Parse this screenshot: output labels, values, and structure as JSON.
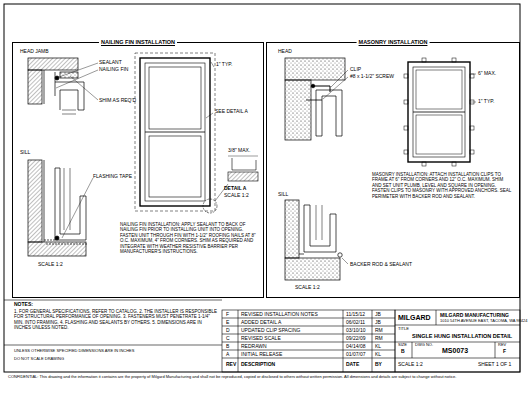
{
  "diagram": {
    "nodes": [
      {
        "text": [
          "NAILING FIN INSTALLATION"
        ]
      },
      {
        "text": [
          "MASONRY INSTALLATION"
        ]
      }
    ],
    "edges": [],
    "labels": [
      "HEAD JAMB",
      "SEALANT",
      "NAILING FIN",
      "SHIM AS REQ'D",
      "SILL",
      "FLASHING TAPE",
      "SCALE 1:2",
      "1\" TYP.",
      "SEE DETAIL A",
      "DETAIL A",
      "SCALE 1:2",
      "3/8\" MAX.",
      "NAILING FIN INSTALLATION: APPLY SEALANT TO BACK OF NAILING FIN PRIOR TO INSTALLING UNIT INTO OPENING. FASTEN UNIT THROUGH FIN WITH 1-1/2\" ROOFING NAILS AT 8\" O.C. MAXIMUM, 4\" FROM CORNERS. SHIM AS REQUIRED AND INTEGRATE WITH WEATHER RESISTIVE BARRIER PER MANUFACTURER'S INSTRUCTIONS.",
      "HEAD",
      "CLIP",
      "#8 x 1-1/2\" SCREW",
      "SILL",
      "BACKER ROD & SEALANT",
      "SCALE 1:2",
      "1\" TYP.",
      "6\" MAX.",
      "MASONRY INSTALLATION: ATTACH INSTALLATION CLIPS TO FRAME AT 6\" FROM CORNERS AND 12\" O.C. MAXIMUM. SHIM AND SET UNIT PLUMB, LEVEL AND SQUARE IN OPENING. FASTEN CLIPS TO MASONRY WITH APPROVED ANCHORS. SEAL PERIMETER WITH BACKER ROD AND SEALANT.",
      "NOTES:",
      "1. FOR GENERAL SPECIFICATIONS, REFER TO CATALOG. 2. THE INSTALLER IS RESPONSIBLE FOR STRUCTURAL PERFORMANCE OF OPENING. 3. FASTENERS MUST PENETRATE 1-1/4\" MIN. INTO FRAMING. 4. FLASHING AND SEALANTS BY OTHERS. 5. DIMENSIONS ARE IN INCHES UNLESS NOTED.",
      "F",
      "REVISED INSTALLATION NOTES",
      "11/15/12",
      "JB",
      "E",
      "ADDED DETAIL A",
      "06/02/11",
      "JB",
      "D",
      "UPDATED CLIP SPACING",
      "03/10/10",
      "RM",
      "C",
      "REVISED SCALE",
      "09/22/09",
      "RM",
      "B",
      "REDRAWN",
      "04/14/08",
      "KL",
      "A",
      "INITIAL RELEASE",
      "01/07/07",
      "KL",
      "REV",
      "DESCRIPTION",
      "DATE",
      "BY",
      "MILGARD",
      "MILGARD MANUFACTURING",
      "1010 54TH AVENUE EAST, TACOMA, WA 98424",
      "TITLE",
      "SINGLE HUNG INSTALLATION DETAIL",
      "SIZE",
      "B",
      "DWG NO.",
      "MS0073",
      "REV",
      "F",
      "SCALE 1:2",
      "SHEET 1 OF 1",
      "UNLESS OTHERWISE SPECIFIED DIMENSIONS ARE IN INCHES",
      "DO NOT SCALE DRAWING",
      "CONFIDENTIAL: This drawing and the information it contains are the property of Milgard Manufacturing and shall not be reproduced, copied or disclosed to others without written permission. All dimensions and details are subject to change without notice."
    ]
  }
}
